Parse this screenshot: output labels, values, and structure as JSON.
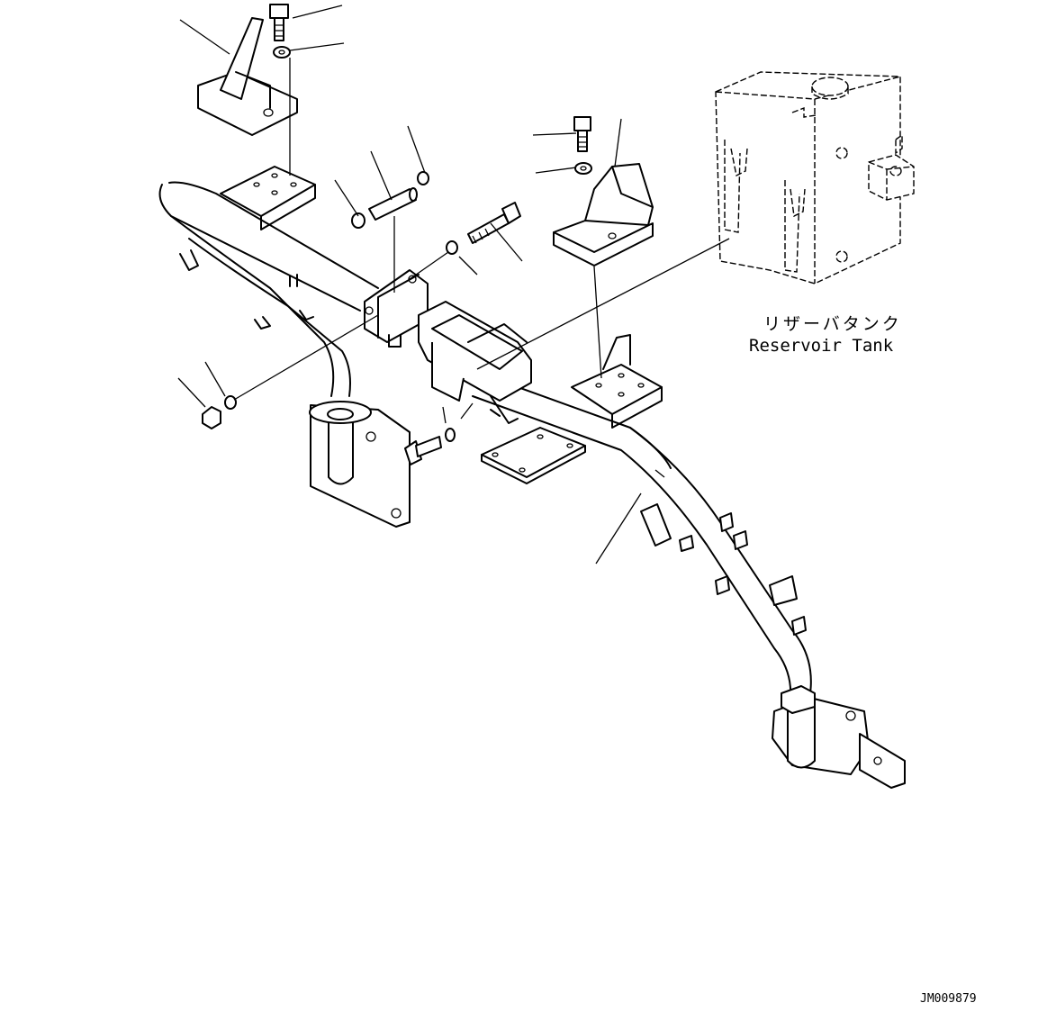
{
  "labels": {
    "reservoir_tank_jp": "リザーバタンク",
    "reservoir_tank_en": "Reservoir Tank",
    "drawing_number": "JM009879"
  }
}
